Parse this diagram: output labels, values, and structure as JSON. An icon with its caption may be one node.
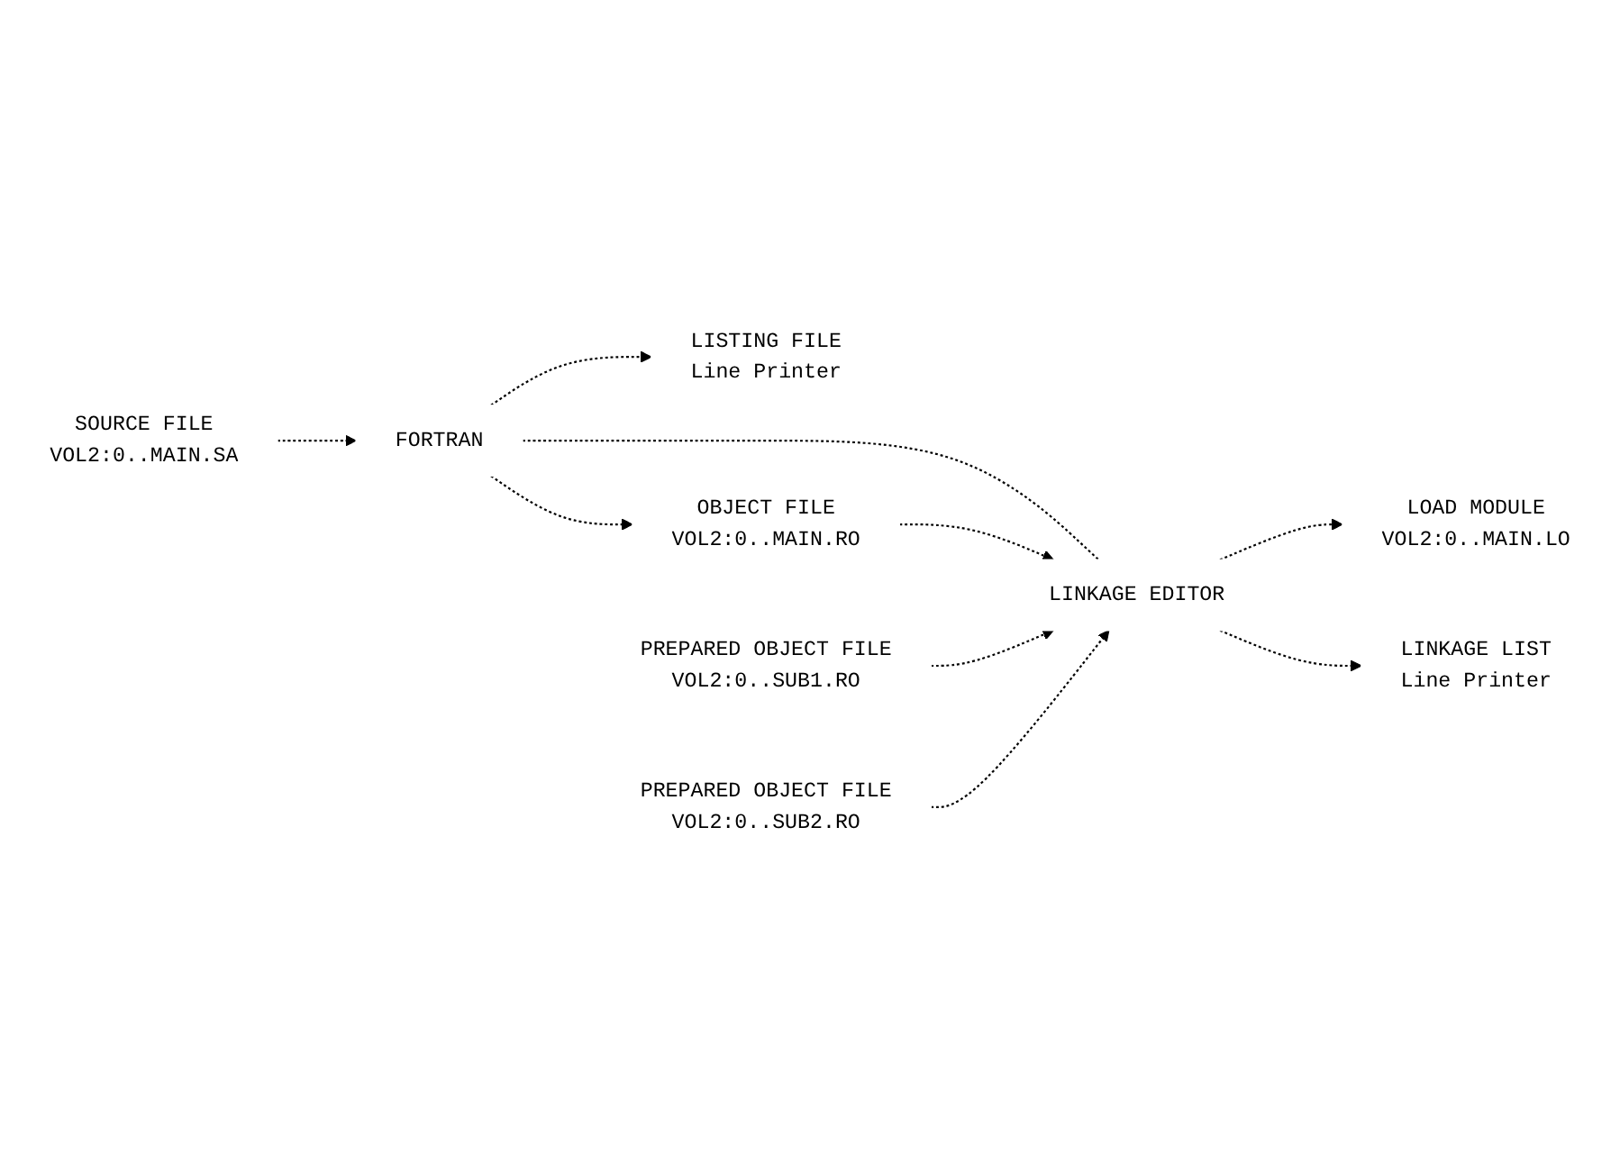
{
  "diagram": {
    "nodes": [
      {
        "text": [
          "SOURCE FILE",
          "VOL2:0..MAIN.SA"
        ]
      },
      {
        "text": [
          "FORTRAN"
        ]
      },
      {
        "text": [
          "LISTING FILE",
          "Line Printer"
        ]
      },
      {
        "text": [
          "OBJECT FILE",
          "VOL2:0..MAIN.RO"
        ]
      },
      {
        "text": [
          "PREPARED OBJECT FILE",
          "VOL2:0..SUB1.RO"
        ]
      },
      {
        "text": [
          "LINKAGE EDITOR"
        ]
      },
      {
        "text": [
          "LOAD MODULE",
          "VOL2:0..MAIN.LO"
        ]
      },
      {
        "text": [
          "PREPARED OBJECT FILE",
          "VOL2:0..SUB2.RO"
        ]
      },
      {
        "text": [
          "LINKAGE LIST",
          "Line Printer"
        ]
      }
    ],
    "edges": [
      {
        "from": 0,
        "to": 1,
        "arrow": "to",
        "style": "dashed"
      },
      {
        "from": 1,
        "to": 2,
        "arrow": "to",
        "style": "dashed"
      },
      {
        "from": 1,
        "to": 3,
        "arrow": "to",
        "style": "dashed"
      },
      {
        "from": 1,
        "to": 5,
        "arrow": "none",
        "style": "dashed"
      },
      {
        "from": 3,
        "to": 5,
        "arrow": "to",
        "style": "dashed"
      },
      {
        "from": 4,
        "to": 5,
        "arrow": "to",
        "style": "dashed"
      },
      {
        "from": 7,
        "to": 5,
        "arrow": "to",
        "style": "dashed"
      },
      {
        "from": 5,
        "to": 6,
        "arrow": "to",
        "style": "dashed"
      },
      {
        "from": 5,
        "to": 8,
        "arrow": "to",
        "style": "dashed"
      }
    ]
  }
}
